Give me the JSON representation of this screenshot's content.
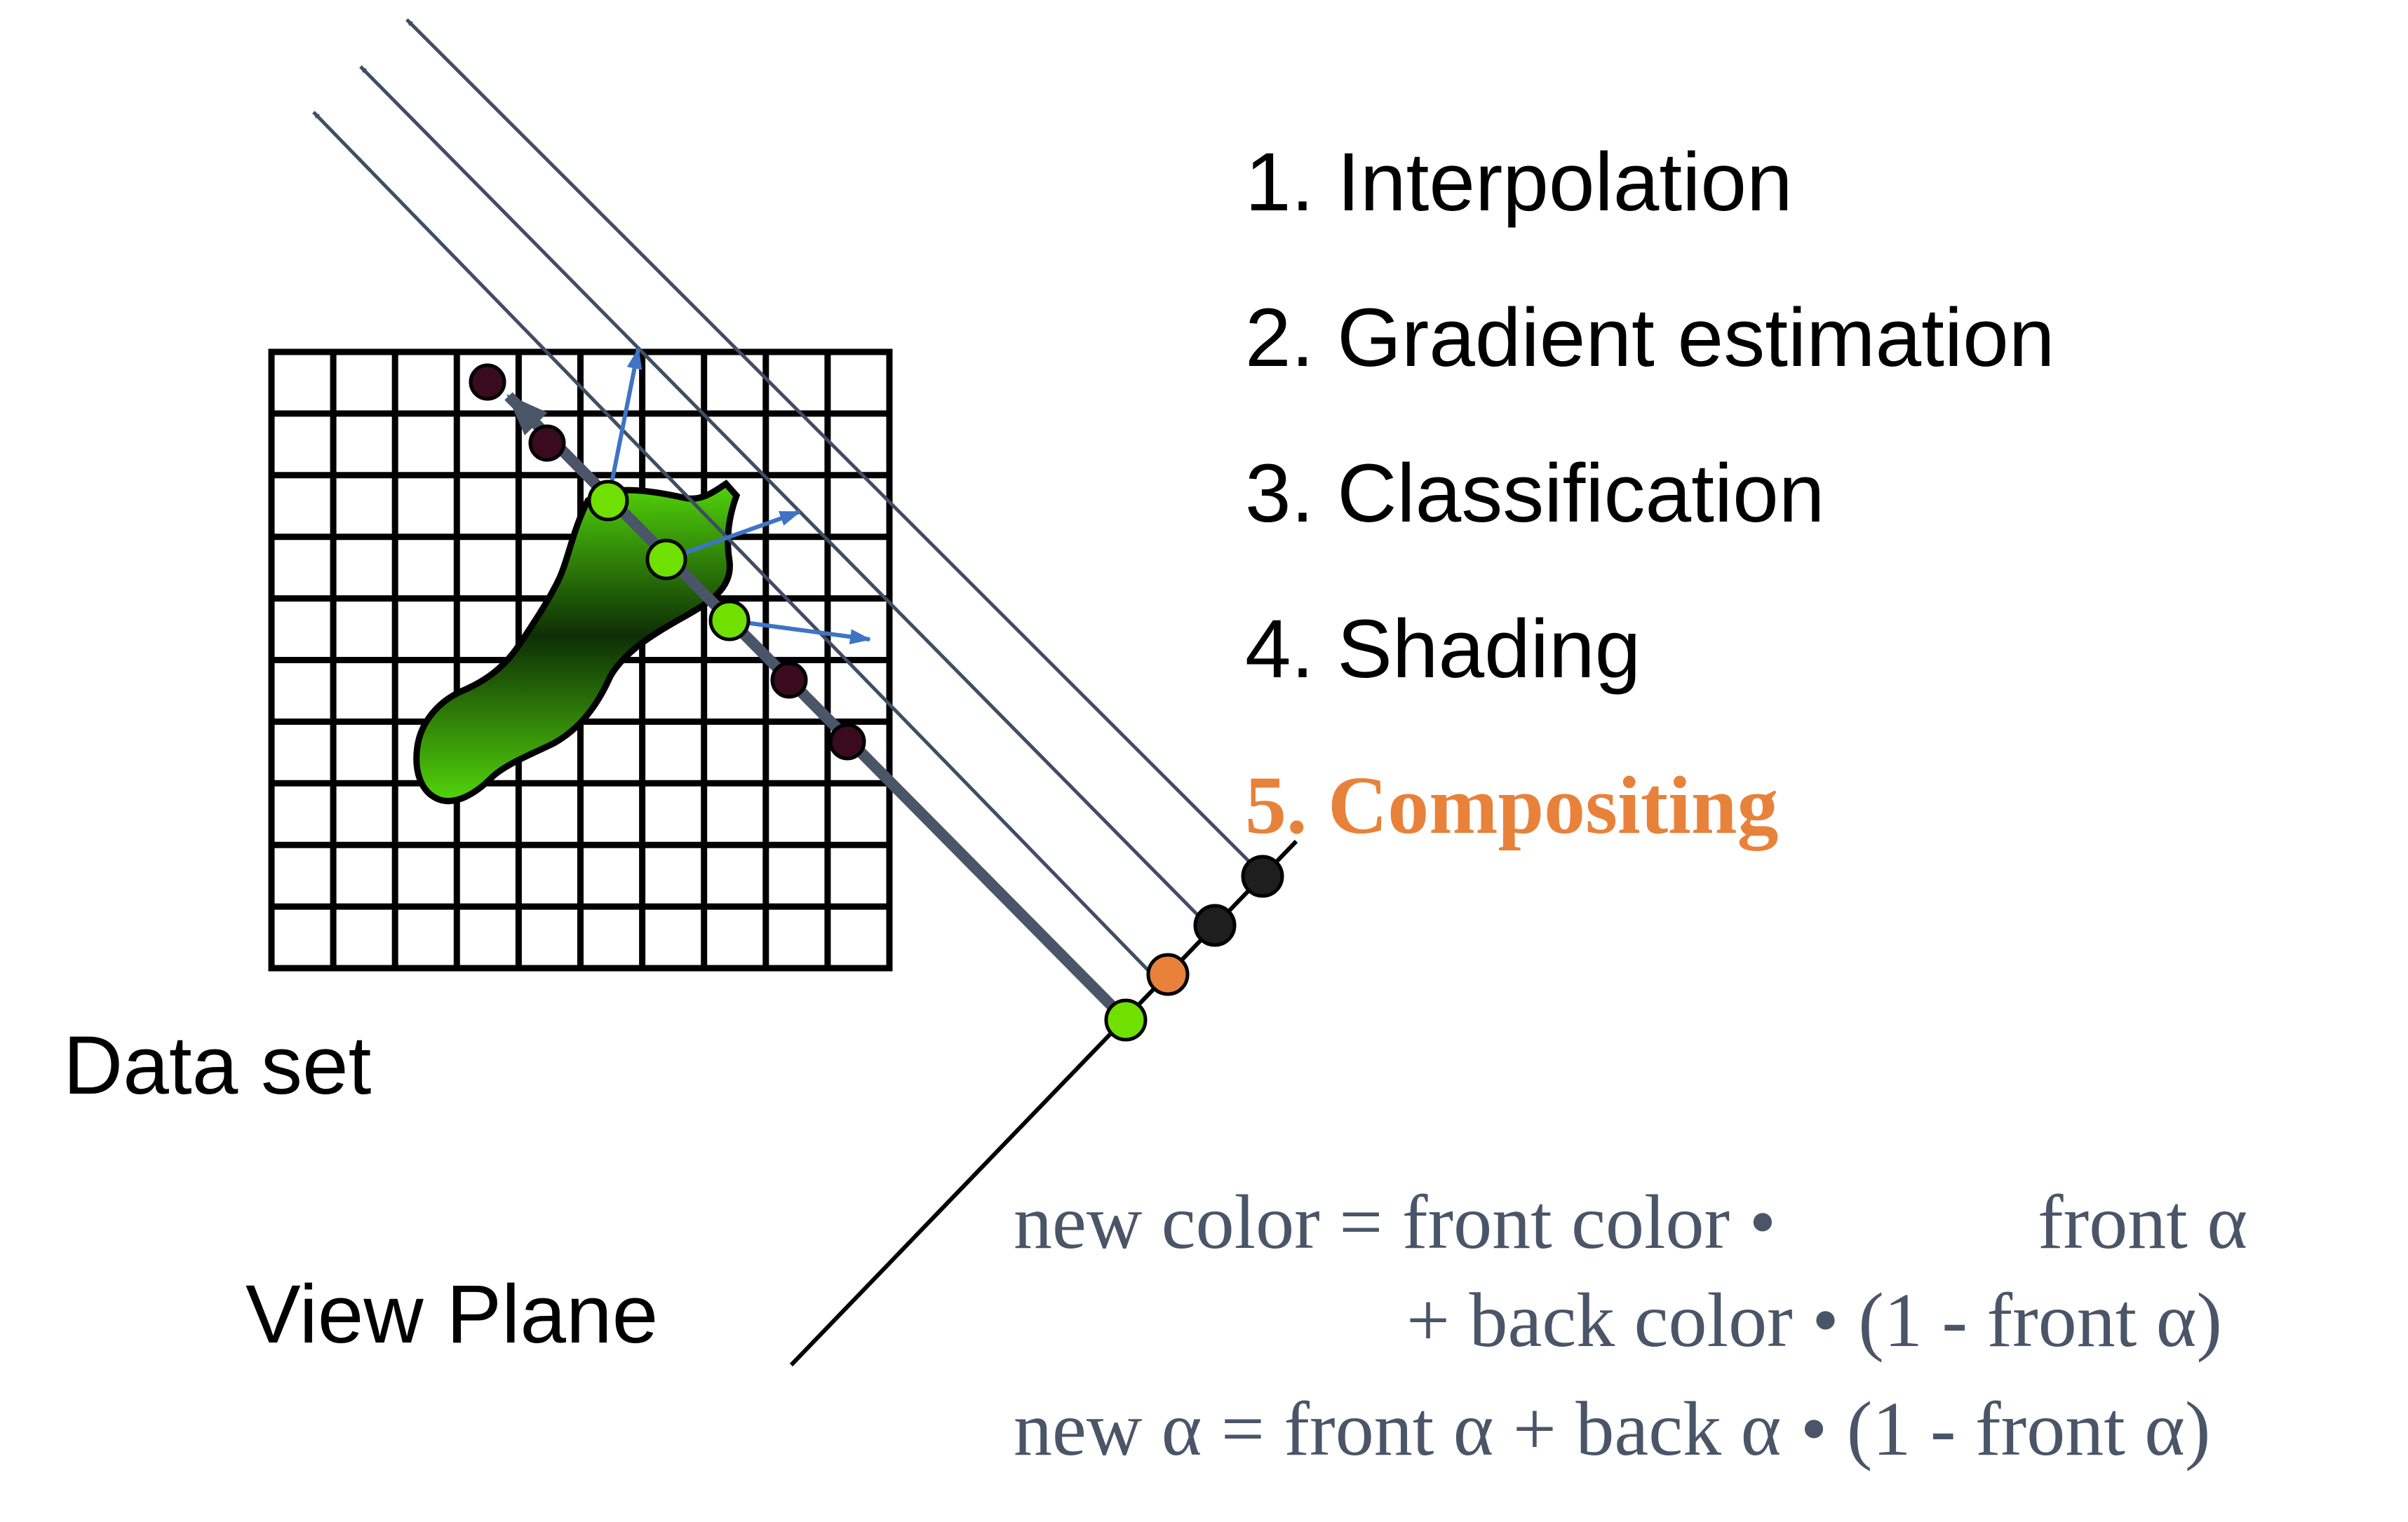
{
  "steps": [
    "1. Interpolation",
    "2. Gradient estimation",
    "3. Classification",
    "4. Shading",
    "5. Compositing"
  ],
  "highlighted_step_index": 4,
  "captions": {
    "data_set": "Data set",
    "view_plane": "View Plane"
  },
  "formula": {
    "line1_left": "new color = front color •",
    "line1_right": "front α",
    "line2": "+ back color • (1 - front α)",
    "line3": "new α = front α + back α • (1 - front α)"
  },
  "colors": {
    "highlight": "#E8823A",
    "formula_text": "#4A5568",
    "ray": "#3F4E63",
    "main_ray": "#4A5568",
    "normal_arrow": "#3F74C4",
    "sample_dark": "#3A0A1E",
    "sample_green": "#6FE000",
    "pixel_orange": "#E8823A",
    "pixel_black": "#1E1E1E",
    "blob_light": "#52D40A",
    "blob_dark": "#0D2E06"
  },
  "icons": {
    "sample_point": "circle",
    "normal": "arrow",
    "ray": "arrow"
  }
}
